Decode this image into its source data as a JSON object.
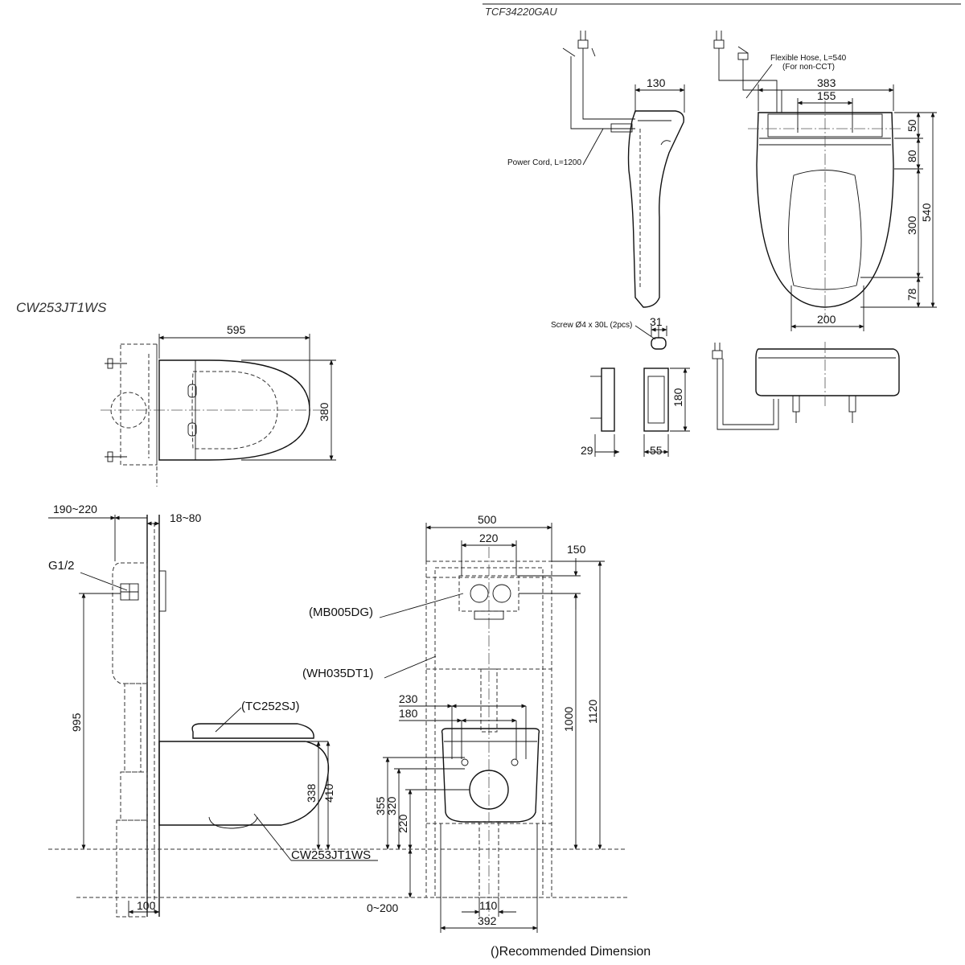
{
  "models": {
    "seat": "TCF34220GAU",
    "pan": "CW253JT1WS"
  },
  "seat_views": {
    "side": {
      "depth": "130",
      "power_cord": "Power Cord, L=1200"
    },
    "top": {
      "hose_line1": "Flexible Hose, L=540",
      "hose_line2": "(For non-CCT)",
      "width": "383",
      "fixing_pitch": "155",
      "dim_50": "50",
      "dim_80": "80",
      "dim_300": "300",
      "dim_540": "540",
      "dim_78": "78",
      "dim_200": "200"
    },
    "remote": {
      "screw_label": "Screw Ø4 x 30L (2pcs)",
      "dim_31": "31",
      "dim_29": "29",
      "dim_55": "55",
      "dim_180": "180"
    }
  },
  "pan_plan": {
    "length": "595",
    "width": "380"
  },
  "side_section": {
    "dim_190_220": "190~220",
    "dim_18_80": "18~80",
    "inlet": "G1/2",
    "dim_995": "995",
    "seat_label": "(TC252SJ)",
    "dim_338": "338",
    "dim_410": "410",
    "pan_label": "CW253JT1WS",
    "dim_100": "100"
  },
  "front_view": {
    "dim_500": "500",
    "dim_220_top": "220",
    "dim_150": "150",
    "plate_label": "(MB005DG)",
    "frame_label": "(WH035DT1)",
    "dim_230": "230",
    "dim_180": "180",
    "dim_1000": "1000",
    "dim_1120": "1120",
    "dim_355": "355",
    "dim_320": "320",
    "dim_220_low": "220",
    "dim_0_200": "0~200",
    "dim_110": "110",
    "dim_392": "392"
  },
  "footnote": "()Recommended Dimension"
}
